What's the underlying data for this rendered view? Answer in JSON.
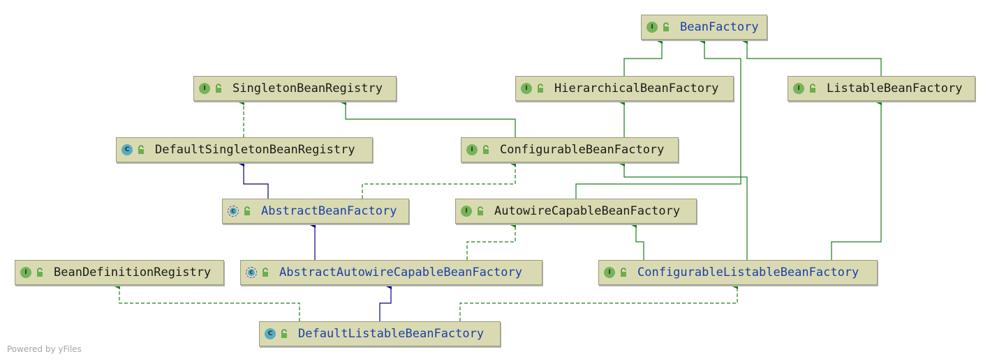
{
  "diagram": {
    "nodes": [
      {
        "id": "BeanFactory",
        "label": "BeanFactory",
        "kind": "interface",
        "text_color": "blue"
      },
      {
        "id": "SingletonBeanRegistry",
        "label": "SingletonBeanRegistry",
        "kind": "interface",
        "text_color": "black"
      },
      {
        "id": "HierarchicalBeanFactory",
        "label": "HierarchicalBeanFactory",
        "kind": "interface",
        "text_color": "black"
      },
      {
        "id": "ListableBeanFactory",
        "label": "ListableBeanFactory",
        "kind": "interface",
        "text_color": "black"
      },
      {
        "id": "DefaultSingletonBeanRegistry",
        "label": "DefaultSingletonBeanRegistry",
        "kind": "class",
        "text_color": "black"
      },
      {
        "id": "ConfigurableBeanFactory",
        "label": "ConfigurableBeanFactory",
        "kind": "interface",
        "text_color": "black"
      },
      {
        "id": "AbstractBeanFactory",
        "label": "AbstractBeanFactory",
        "kind": "abstract",
        "text_color": "blue"
      },
      {
        "id": "AutowireCapableBeanFactory",
        "label": "AutowireCapableBeanFactory",
        "kind": "interface",
        "text_color": "black"
      },
      {
        "id": "BeanDefinitionRegistry",
        "label": "BeanDefinitionRegistry",
        "kind": "interface",
        "text_color": "black"
      },
      {
        "id": "AbstractAutowireCapableBeanFactory",
        "label": "AbstractAutowireCapableBeanFactory",
        "kind": "abstract",
        "text_color": "blue"
      },
      {
        "id": "ConfigurableListableBeanFactory",
        "label": "ConfigurableListableBeanFactory",
        "kind": "interface",
        "text_color": "blue"
      },
      {
        "id": "DefaultListableBeanFactory",
        "label": "DefaultListableBeanFactory",
        "kind": "class",
        "text_color": "blue"
      }
    ],
    "edges": [
      {
        "from": "HierarchicalBeanFactory",
        "to": "BeanFactory",
        "type": "extends"
      },
      {
        "from": "ListableBeanFactory",
        "to": "BeanFactory",
        "type": "extends"
      },
      {
        "from": "AutowireCapableBeanFactory",
        "to": "BeanFactory",
        "type": "extends"
      },
      {
        "from": "ConfigurableBeanFactory",
        "to": "HierarchicalBeanFactory",
        "type": "extends"
      },
      {
        "from": "ConfigurableBeanFactory",
        "to": "SingletonBeanRegistry",
        "type": "extends"
      },
      {
        "from": "DefaultSingletonBeanRegistry",
        "to": "SingletonBeanRegistry",
        "type": "implements"
      },
      {
        "from": "AbstractBeanFactory",
        "to": "DefaultSingletonBeanRegistry",
        "type": "class-extends"
      },
      {
        "from": "AbstractBeanFactory",
        "to": "ConfigurableBeanFactory",
        "type": "implements"
      },
      {
        "from": "ConfigurableListableBeanFactory",
        "to": "ConfigurableBeanFactory",
        "type": "extends"
      },
      {
        "from": "ConfigurableListableBeanFactory",
        "to": "AutowireCapableBeanFactory",
        "type": "extends"
      },
      {
        "from": "ConfigurableListableBeanFactory",
        "to": "ListableBeanFactory",
        "type": "extends"
      },
      {
        "from": "AbstractAutowireCapableBeanFactory",
        "to": "AbstractBeanFactory",
        "type": "class-extends"
      },
      {
        "from": "AbstractAutowireCapableBeanFactory",
        "to": "AutowireCapableBeanFactory",
        "type": "implements"
      },
      {
        "from": "DefaultListableBeanFactory",
        "to": "AbstractAutowireCapableBeanFactory",
        "type": "class-extends"
      },
      {
        "from": "DefaultListableBeanFactory",
        "to": "BeanDefinitionRegistry",
        "type": "implements"
      },
      {
        "from": "DefaultListableBeanFactory",
        "to": "ConfigurableListableBeanFactory",
        "type": "implements"
      }
    ],
    "colors": {
      "interface_edge": "#1a7d1a",
      "class_edge": "#000080",
      "node_fill": "#dadab2",
      "blue_text": "#1a3fa8"
    }
  },
  "footer": {
    "credit": "Powered by yFiles"
  }
}
